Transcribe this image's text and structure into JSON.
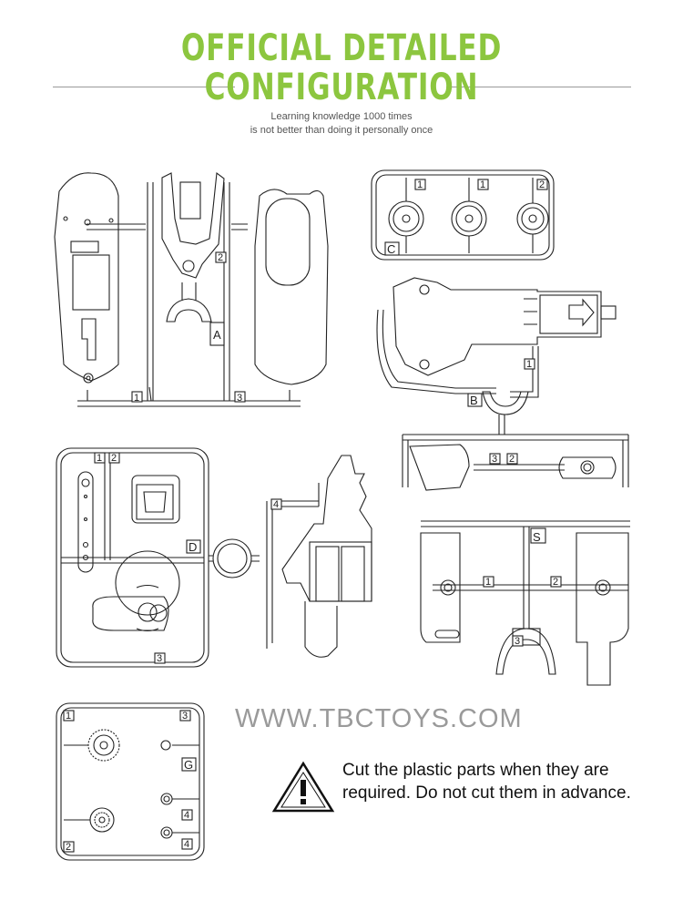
{
  "header": {
    "title_line1": "OFFICIAL DETAILED",
    "title_line2": "CONFIGURATION",
    "subtitle_line1": "Learning knowledge 1000 times",
    "subtitle_line2": "is not better than doing it personally once",
    "accent_color": "#8cc63f"
  },
  "sprues": {
    "A": {
      "label": "A",
      "numbers": [
        "2",
        "1",
        "3"
      ]
    },
    "B": {
      "label": "B",
      "numbers": [
        "1"
      ]
    },
    "C": {
      "label": "C",
      "numbers": [
        "1",
        "1",
        "2"
      ]
    },
    "B2": {
      "numbers": [
        "3",
        "2"
      ]
    },
    "D": {
      "label": "D",
      "numbers": [
        "1",
        "2",
        "3"
      ]
    },
    "E": {
      "numbers": [
        "4"
      ]
    },
    "S": {
      "label": "S",
      "numbers": [
        "1",
        "2",
        "3"
      ]
    },
    "G": {
      "label": "G",
      "numbers": [
        "1",
        "3",
        "2",
        "4",
        "4"
      ]
    }
  },
  "watermark": "WWW.TBCTOYS.COM",
  "warning": {
    "icon": "warning-triangle-icon",
    "text": "Cut the plastic parts when they are required. Do not cut them in advance."
  }
}
